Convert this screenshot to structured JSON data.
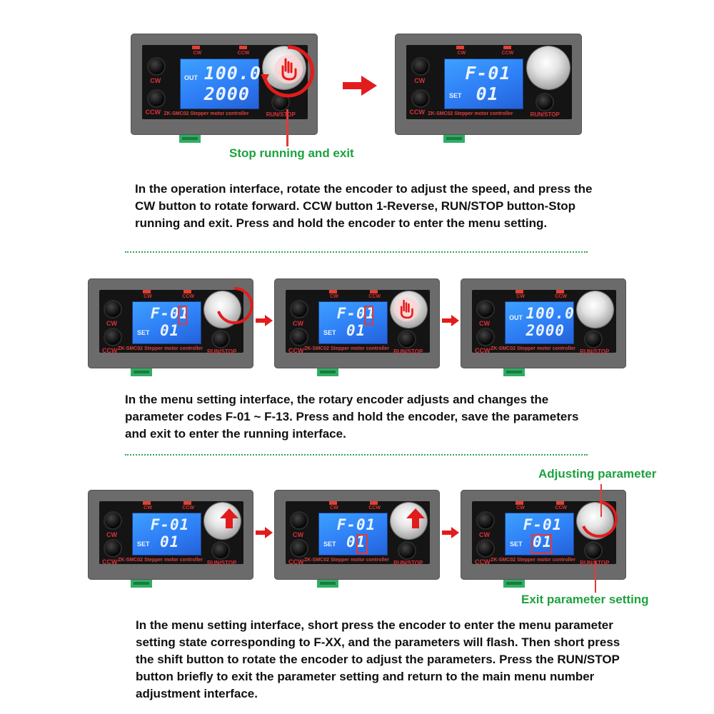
{
  "device": {
    "brand": "ZK-SMC02  Stepper motor controller",
    "led_cw": "CW",
    "led_ccw": "CCW",
    "btn_cw": "CW",
    "btn_ccw": "CCW",
    "btn_runstop": "RUN/STOP",
    "label_out": "OUT",
    "label_set": "SET"
  },
  "screens": {
    "out_line1": "100.0",
    "out_line2": "2000",
    "menu_line1": "F-01",
    "menu_line2": "01"
  },
  "annotations": {
    "stop_running": "Stop running and exit",
    "adjusting_parameter": "Adjusting parameter",
    "exit_parameter_setting": "Exit parameter setting"
  },
  "captions": {
    "section1": "In the operation interface, rotate the encoder to adjust the speed, and press the CW button to rotate forward. CCW button 1-Reverse, RUN/STOP button-Stop running and exit. Press and hold the encoder to enter the menu setting.",
    "section2": "In the menu setting interface, the rotary encoder adjusts and changes the parameter codes F-01 ~ F-13. Press and hold the encoder, save the parameters and exit to enter the running interface.",
    "section3": "In the menu setting interface, short press the encoder to enter the menu parameter setting state corresponding to F-XX, and the parameters will flash. Then short press the shift button to rotate the encoder to adjust the parameters. Press the RUN/STOP button briefly to exit the parameter setting and return to the main menu number adjustment interface."
  },
  "colors": {
    "accent_red": "#e23a3a",
    "accent_green": "#1ca23f",
    "lcd_blue": "#2e7ef5"
  }
}
